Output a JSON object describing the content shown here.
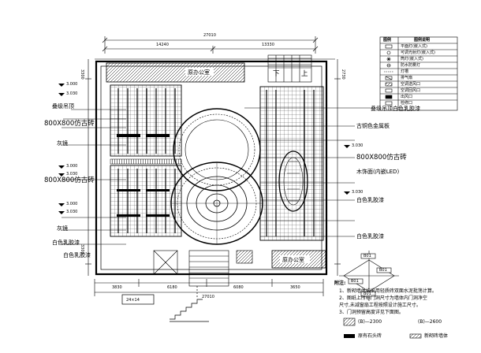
{
  "dimensions": {
    "overall_top": "27010",
    "top_left": "14240",
    "top_right": "13330",
    "bottom_1": "3830",
    "bottom_2": "6180",
    "bottom_3": "6080",
    "bottom_4": "3650",
    "bottom_overall": "27010",
    "left_1": "3300",
    "left_2": "3300",
    "right_1": "2730"
  },
  "levels": [
    "3.000",
    "3.030",
    "3.000",
    "3.030",
    "3.000",
    "3.030",
    "3.030",
    "3.030"
  ],
  "left_labels": [
    "叠级吊顶",
    "800X800仿古砖",
    "灰镜",
    "800X800仿古砖",
    "灰镜",
    "白色乳胶漆",
    "白色乳胶漆"
  ],
  "right_labels": [
    "叠级吊顶白色乳胶漆",
    "古铜色金属板",
    "800X800仿古砖",
    "木饰面(内嵌LED)",
    "白色乳胶漆",
    "白色乳胶漆"
  ],
  "rooms": {
    "office_top": "原办公室",
    "office_bottom": "原办公室",
    "stair_down": "下",
    "stair_up": "上"
  },
  "legend": {
    "header_col1": "图例",
    "header_col2": "图例说明",
    "rows": [
      "平面灯(嵌入式)",
      "可调光射灯(嵌入式)",
      "筒灯(嵌入式)",
      "防水防雾灯",
      "灯槽",
      "排气扇",
      "空调送风口",
      "空调回风口",
      "出风口",
      "检修口"
    ]
  },
  "notes": {
    "title": "附注:",
    "items": [
      "1、新砌墙体均采用轻质砖双面水泥批荡计算。",
      "2、图纸上所标门洞尺寸为墙体内门洞净空",
      "   尺寸,未减窗扇工程按照设计施工尺寸。",
      "3、门洞预留高度详见下面图。"
    ],
    "door_a": "(B)—2300",
    "door_b": "(B)—2600",
    "legend_wall_old": "原有石头砖",
    "legend_wall_new": "新砌砖墙体"
  },
  "north_arrow": [
    "B01",
    "B01",
    "B01",
    "B01"
  ],
  "stairs_label": "24×14"
}
